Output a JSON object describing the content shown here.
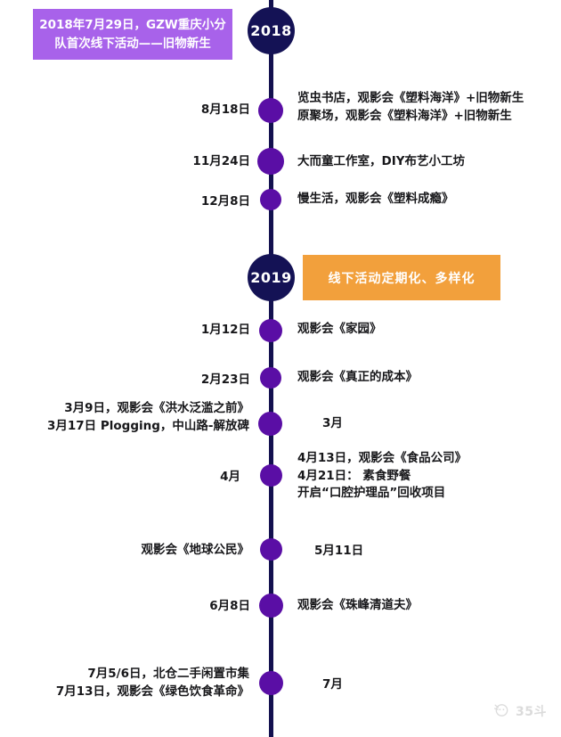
{
  "colors": {
    "axis": "#13114f",
    "year_circle": "#141255",
    "node_dot": "#5a0ea5",
    "intro_banner": "#a862ea",
    "phase_banner": "#f2a03c",
    "text": "#17171a",
    "white": "#ffffff"
  },
  "banners": {
    "intro": "2018年7月29日，GZW重庆小分队首次线下活动——旧物新生",
    "phase": "线下活动定期化、多样化"
  },
  "years": [
    {
      "label": "2018"
    },
    {
      "label": "2019"
    }
  ],
  "rows": [
    {
      "left": "8月18日",
      "right": "览虫书店，观影会《塑料海洋》+旧物新生\n原聚场，观影会《塑料海洋》+旧物新生"
    },
    {
      "left": "11月24日",
      "right": "大而童工作室，DIY布艺小工坊"
    },
    {
      "left": "12月8日",
      "right": "慢生活，观影会《塑料成瘾》"
    },
    {
      "left": "1月12日",
      "right": "观影会《家园》"
    },
    {
      "left": "2月23日",
      "right": "观影会《真正的成本》"
    },
    {
      "left": "3月9日，观影会《洪水泛滥之前》\n3月17日 Plogging，中山路-解放碑",
      "right": "3月"
    },
    {
      "left": "4月",
      "right": "4月13日，观影会《食品公司》\n4月21日： 素食野餐\n开启“口腔护理品”回收项目"
    },
    {
      "left": "观影会《地球公民》",
      "right": "5月11日"
    },
    {
      "left": "6月8日",
      "right": "观影会《珠峰清道夫》"
    },
    {
      "left": "7月5/6日，北仓二手闲置市集\n7月13日，观影会《绿色饮食革命》",
      "right": "7月"
    }
  ],
  "watermark": {
    "label": "35斗"
  }
}
